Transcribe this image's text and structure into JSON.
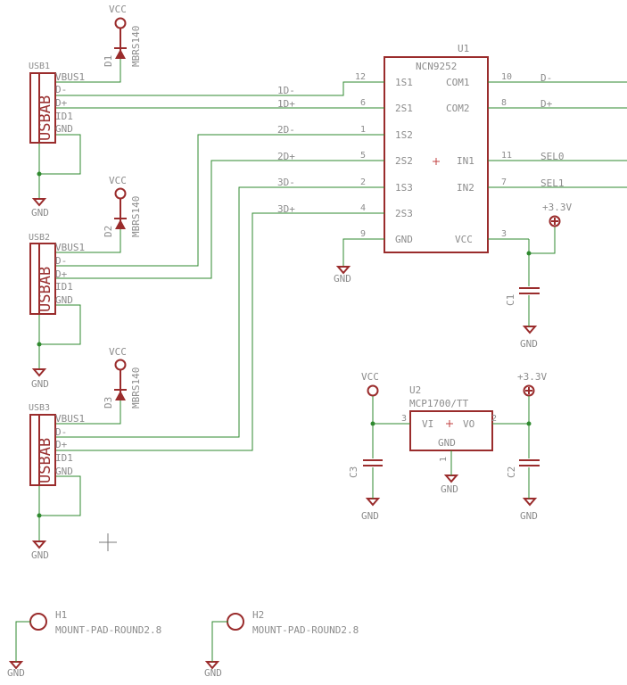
{
  "u1": {
    "ref": "U1",
    "value": "NCN9252",
    "left_pins": [
      {
        "num": "12",
        "name": "1S1"
      },
      {
        "num": "6",
        "name": "2S1"
      },
      {
        "num": "1",
        "name": "1S2"
      },
      {
        "num": "5",
        "name": "2S2"
      },
      {
        "num": "2",
        "name": "1S3"
      },
      {
        "num": "4",
        "name": "2S3"
      },
      {
        "num": "9",
        "name": "GND"
      }
    ],
    "right_pins": [
      {
        "num": "10",
        "name": "COM1",
        "net": "D-"
      },
      {
        "num": "8",
        "name": "COM2",
        "net": "D+"
      },
      {
        "num": "11",
        "name": "IN1",
        "net": "SEL0"
      },
      {
        "num": "7",
        "name": "IN2",
        "net": "SEL1"
      },
      {
        "num": "3",
        "name": "VCC",
        "net": ""
      }
    ]
  },
  "u2": {
    "ref": "U2",
    "value": "MCP1700/TT",
    "vi": "VI",
    "vo": "VO",
    "gnd": "GND",
    "pin_vi": "3",
    "pin_vo": "2",
    "pin_gnd": "1"
  },
  "usb": [
    {
      "ref": "USB1",
      "body": "USBAB",
      "pins": [
        "VBUS1",
        "D-",
        "D+",
        "ID1",
        "GND"
      ]
    },
    {
      "ref": "USB2",
      "body": "USBAB",
      "pins": [
        "VBUS1",
        "D-",
        "D+",
        "ID1",
        "GND"
      ]
    },
    {
      "ref": "USB3",
      "body": "USBAB",
      "pins": [
        "VBUS1",
        "D-",
        "D+",
        "ID1",
        "GND"
      ]
    }
  ],
  "diodes": [
    {
      "ref": "D1",
      "value": "MBRS140"
    },
    {
      "ref": "D2",
      "value": "MBRS140"
    },
    {
      "ref": "D3",
      "value": "MBRS140"
    }
  ],
  "nets": {
    "n1dm": "1D-",
    "n1dp": "1D+",
    "n2dm": "2D-",
    "n2dp": "2D+",
    "n3dm": "3D-",
    "n3dp": "3D+"
  },
  "caps": [
    {
      "ref": "C1"
    },
    {
      "ref": "C2"
    },
    {
      "ref": "C3"
    }
  ],
  "power": {
    "vcc": "VCC",
    "v33": "+3.3V",
    "gnd": "GND"
  },
  "holes": [
    {
      "ref": "H1",
      "value": "MOUNT-PAD-ROUND2.8"
    },
    {
      "ref": "H2",
      "value": "MOUNT-PAD-ROUND2.8"
    }
  ]
}
